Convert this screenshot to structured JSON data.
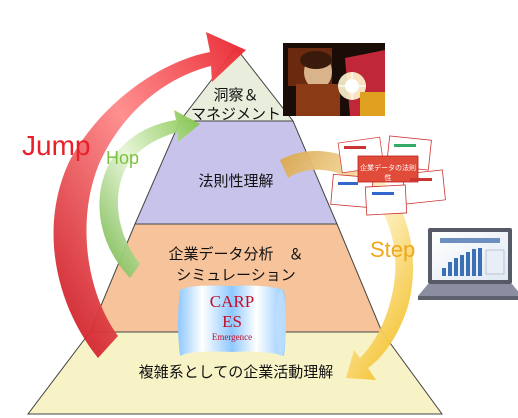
{
  "pyramid": {
    "tier_top_line1": "洞察＆",
    "tier_top_line2": "マネジメント",
    "tier_2": "法則性理解",
    "tier_3_line1": "企業データ分析　＆",
    "tier_3_line2": "シミュレーション",
    "tier_base": "複雑系としての企業活動理解"
  },
  "arrows": {
    "jump": "Jump",
    "hop": "Hop",
    "step": "Step"
  },
  "badge": {
    "line1": "CARP",
    "line2": "ES",
    "line3": "Emergence"
  },
  "thumbnail_caption": "企業データの法則性",
  "colors": {
    "jump": "#e8202a",
    "hop": "#7cc242",
    "step": "#f0a818",
    "tier_top": "#e8eddc",
    "tier_2": "#c7c3ea",
    "tier_3": "#f6c39a",
    "tier_base": "#f8f3c7"
  }
}
